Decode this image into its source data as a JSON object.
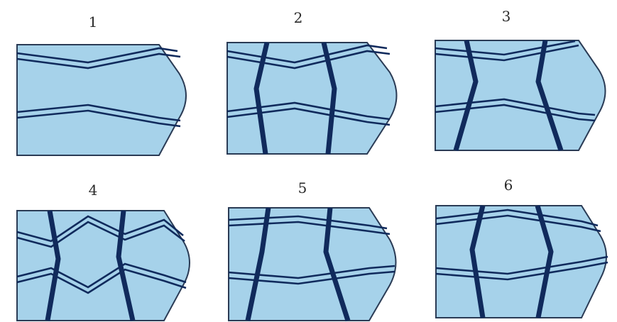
{
  "colors": {
    "pane_fill": "#a6d2ea",
    "line": "#102a5c",
    "outline": "#2a3b55",
    "background": "#ffffff"
  },
  "panels": [
    {
      "number": "1"
    },
    {
      "number": "2"
    },
    {
      "number": "3"
    },
    {
      "number": "4"
    },
    {
      "number": "5"
    },
    {
      "number": "6"
    }
  ]
}
